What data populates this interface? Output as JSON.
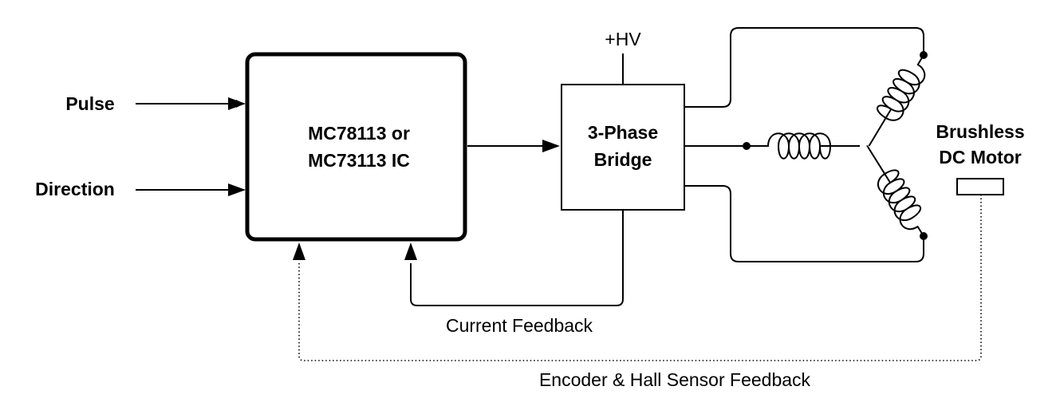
{
  "inputs": {
    "pulse": "Pulse",
    "direction": "Direction"
  },
  "controller": {
    "line1": "MC78113 or",
    "line2": "MC73113 IC"
  },
  "bridge": {
    "line1": "3-Phase",
    "line2": "Bridge",
    "supply": "+HV"
  },
  "motor": {
    "line1": "Brushless",
    "line2": "DC Motor"
  },
  "feedback": {
    "current": "Current Feedback",
    "encoder": "Encoder & Hall Sensor Feedback"
  },
  "colors": {
    "line": "#000000",
    "background": "#ffffff"
  }
}
